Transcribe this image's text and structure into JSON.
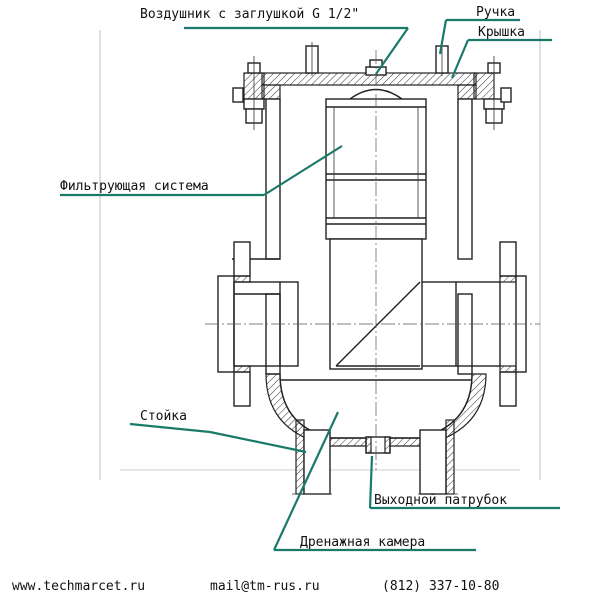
{
  "labels": {
    "air_vent": "Воздушник с заглушкой G 1/2\"",
    "handle": "Ручка",
    "cover": "Крышка",
    "filter_system": "Фильтрующая система",
    "stand": "Стойка",
    "outlet": "Выходной патрубок",
    "drain_chamber": "Дренажная камера"
  },
  "footer": {
    "website": "www.techmarcet.ru",
    "email": "mail@tm-rus.ru",
    "phone": "(812) 337-10-80"
  },
  "colors": {
    "leader": "#1a7a6a",
    "outline": "#222222",
    "background": "#ffffff"
  }
}
